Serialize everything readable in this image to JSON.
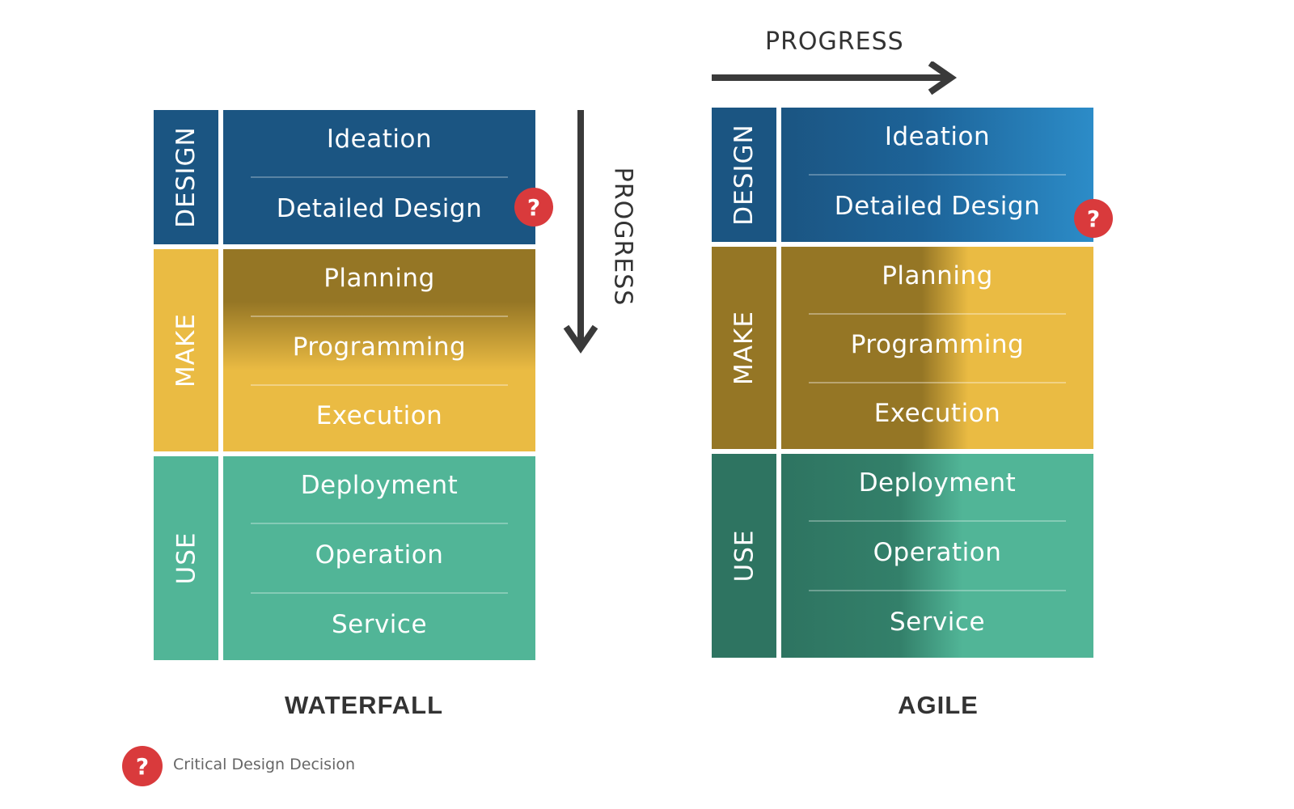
{
  "progress_label": "PROGRESS",
  "badge_symbol": "?",
  "waterfall": {
    "caption": "WATERFALL",
    "groups": [
      {
        "label": "DESIGN",
        "stages": [
          "Ideation",
          "Detailed Design"
        ]
      },
      {
        "label": "MAKE",
        "stages": [
          "Planning",
          "Programming",
          "Execution"
        ]
      },
      {
        "label": "USE",
        "stages": [
          "Deployment",
          "Operation",
          "Service"
        ]
      }
    ]
  },
  "agile": {
    "caption": "AGILE",
    "groups": [
      {
        "label": "DESIGN",
        "stages": [
          "Ideation",
          "Detailed Design"
        ]
      },
      {
        "label": "MAKE",
        "stages": [
          "Planning",
          "Programming",
          "Execution"
        ]
      },
      {
        "label": "USE",
        "stages": [
          "Deployment",
          "Operation",
          "Service"
        ]
      }
    ]
  },
  "legend": {
    "text": "Critical Design Decision"
  },
  "colors": {
    "design_blue": "#1b5582",
    "design_light_blue": "#2c8cc8",
    "make_dark": "#957625",
    "make_yellow": "#eabb43",
    "use_dark": "#2e7461",
    "use_green": "#51b597",
    "badge_red": "#d93a3c",
    "arrow_gray": "#3a3a3a"
  }
}
